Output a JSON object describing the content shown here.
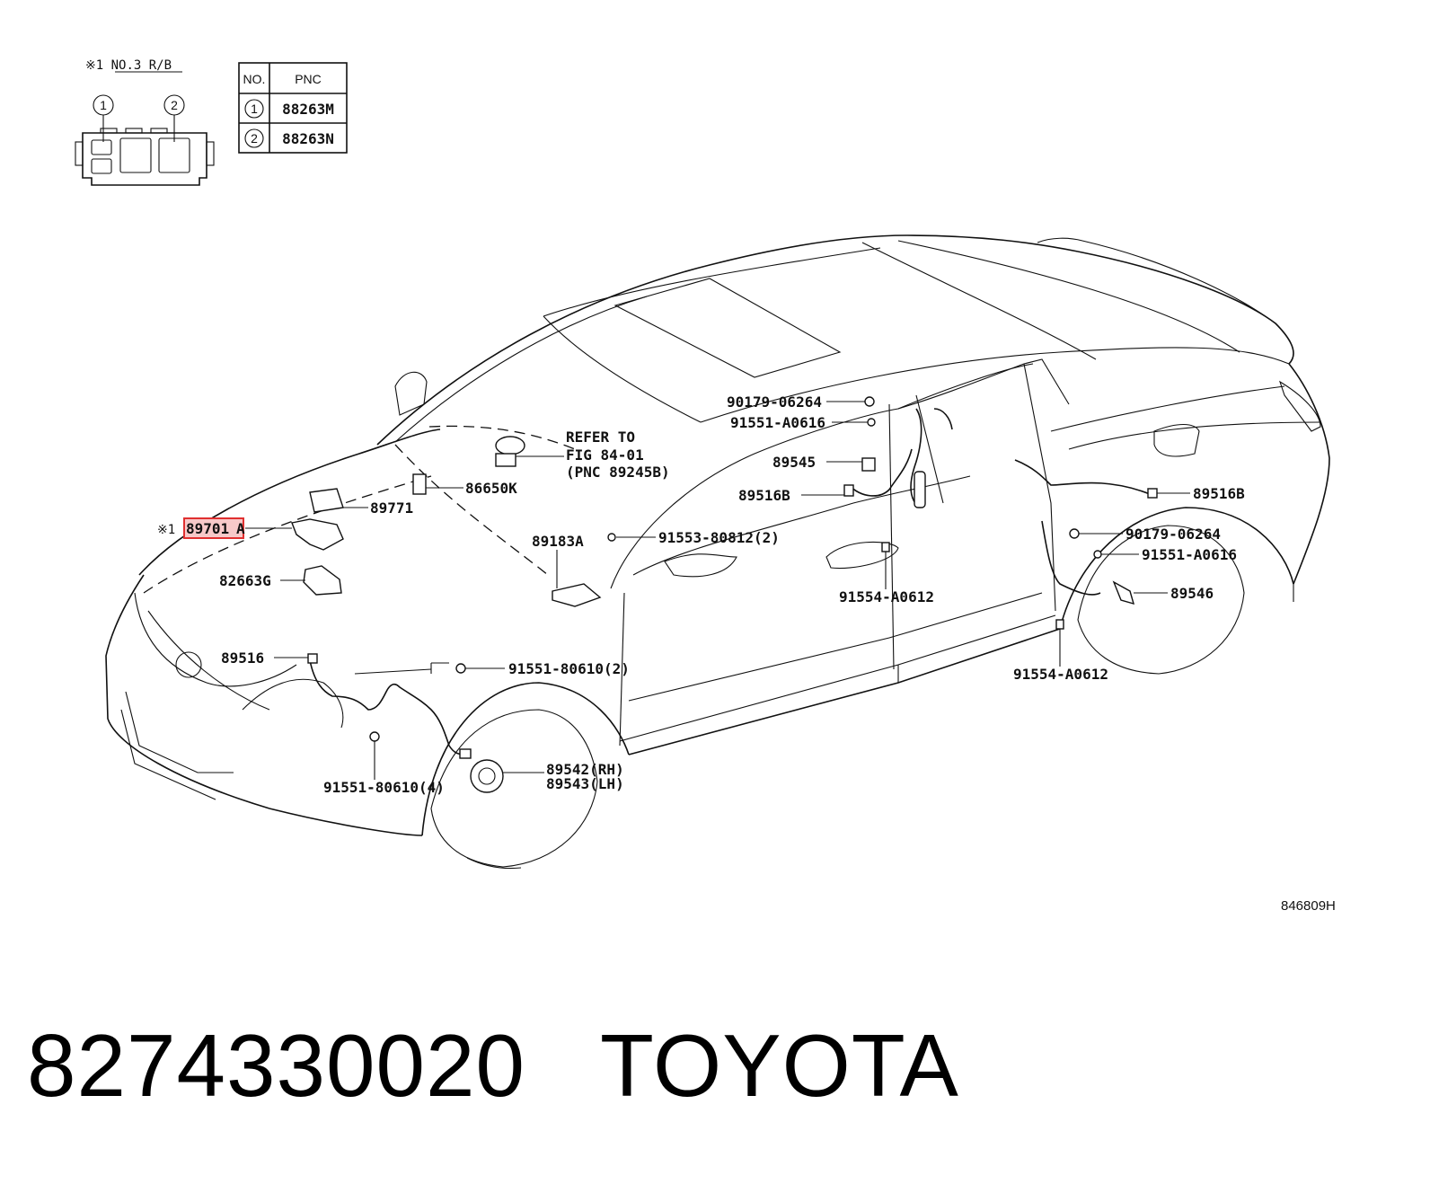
{
  "inset": {
    "title": "※1  NO.3 R/B",
    "connector_numbers": [
      "1",
      "2"
    ]
  },
  "table": {
    "headers": [
      "NO.",
      "PNC"
    ],
    "rows": [
      {
        "no": "1",
        "pnc": "88263M"
      },
      {
        "no": "2",
        "pnc": "88263N"
      }
    ]
  },
  "callouts": {
    "refer_line1": "REFER TO",
    "refer_line2": "FIG 84-01",
    "refer_line3": "(PNC 89245B)",
    "p86650k": "86650K",
    "p89771": "89771",
    "mark_x1": "※1",
    "p89701a_highlight": "89701",
    "p89701a_suffix": "A",
    "p82663g": "82663G",
    "p89183a": "89183A",
    "p91553": "91553-80812(2)",
    "p89516": "89516",
    "p91551_80610_2": "91551-80610(2)",
    "p91551_80610_4": "91551-80610(4)",
    "p89542": "89542(RH)",
    "p89543": "89543(LH)",
    "p90179_a": "90179-06264",
    "p91551_a0616_a": "91551-A0616",
    "p89545": "89545",
    "p89516b_a": "89516B",
    "p91554_a": "91554-A0612",
    "p89516b_b": "89516B",
    "p90179_b": "90179-06264",
    "p91551_a0616_b": "91551-A0616",
    "p89546": "89546",
    "p91554_b": "91554-A0612"
  },
  "diagram_code": "846809H",
  "caption": {
    "part_number": "8274330020",
    "brand": "TOYOTA"
  },
  "colors": {
    "highlight_border": "#e03030",
    "highlight_fill": "#f7c9c9",
    "ink": "#111111"
  }
}
